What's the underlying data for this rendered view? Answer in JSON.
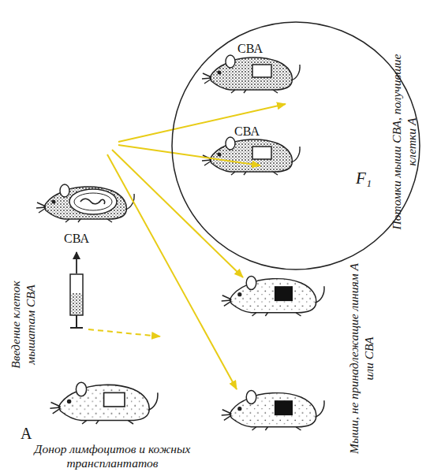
{
  "diagram": {
    "nodes": [
      {
        "text": [
          "F₁",
          "Потомки мыши СВА, получившие клетки А"
        ]
      },
      {
        "text": [
          "СВА"
        ],
        "in": 0
      },
      {
        "text": [
          "СВА"
        ],
        "in": 0
      },
      {
        "text": [
          "А",
          "Донор лимфоцитов и кожных трансплантатов"
        ]
      }
    ],
    "labels": [
      "СВА",
      "Введение клеток мышатам СВА",
      "Мыши, не принадлежащие линиям А или СВА"
    ]
  }
}
